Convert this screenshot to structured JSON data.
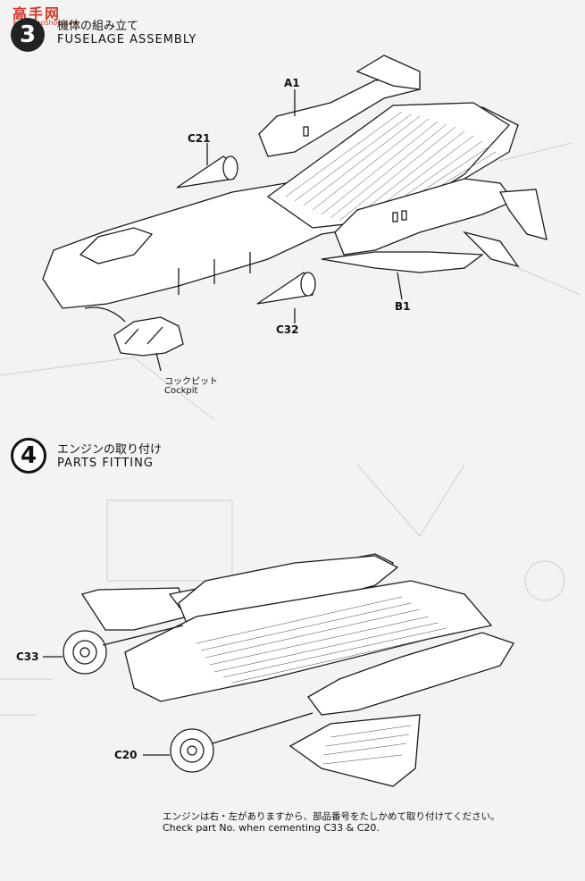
{
  "watermark": {
    "top": "高手网",
    "bottom": "www.gaoshou.com"
  },
  "step3": {
    "number": "3",
    "title_jp": "機体の組み立て",
    "title_en": "FUSELAGE ASSEMBLY",
    "parts": {
      "a1": "A1",
      "c21": "C21",
      "c32": "C32",
      "b1": "B1"
    },
    "cockpit_jp": "コックピット",
    "cockpit_en": "Cockpit"
  },
  "step4": {
    "number": "4",
    "title_jp": "エンジンの取り付け",
    "title_en": "PARTS FITTING",
    "parts": {
      "c33": "C33",
      "c20": "C20"
    },
    "note_jp": "エンジンは右・左がありますから、部品番号をたしかめて取り付けてください。",
    "note_en": "Check part No. when cementing C33 & C20."
  }
}
